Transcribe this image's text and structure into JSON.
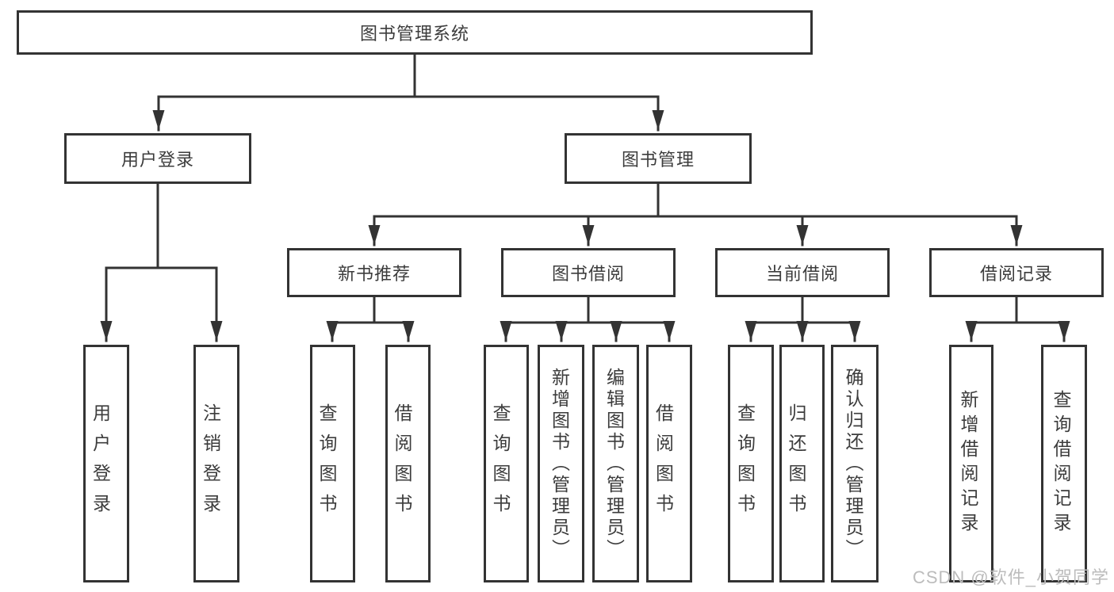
{
  "diagram": {
    "root": "图书管理系统",
    "level1": {
      "user_login": "用户登录",
      "book_management": "图书管理"
    },
    "level2": {
      "new_book_recommend": "新书推荐",
      "book_borrow": "图书借阅",
      "current_borrow": "当前借阅",
      "borrow_records": "借阅记录"
    },
    "leaves": {
      "login": [
        "用户登录",
        "注销登录"
      ],
      "recommend": [
        "查询图书",
        "借阅图书"
      ],
      "borrow": [
        "查询图书",
        "新增图书（管理员）",
        "编辑图书（管理员）",
        "借阅图书"
      ],
      "current": [
        "查询图书",
        "归还图书",
        "确认归还（管理员）"
      ],
      "records": [
        "新增借阅记录",
        "查询借阅记录"
      ]
    }
  },
  "watermark": "CSDN @软件_小贺同学",
  "colors": {
    "stroke": "#333333",
    "text": "#3c3c3c",
    "watermark": "#bcbcbc",
    "background": "#ffffff"
  }
}
